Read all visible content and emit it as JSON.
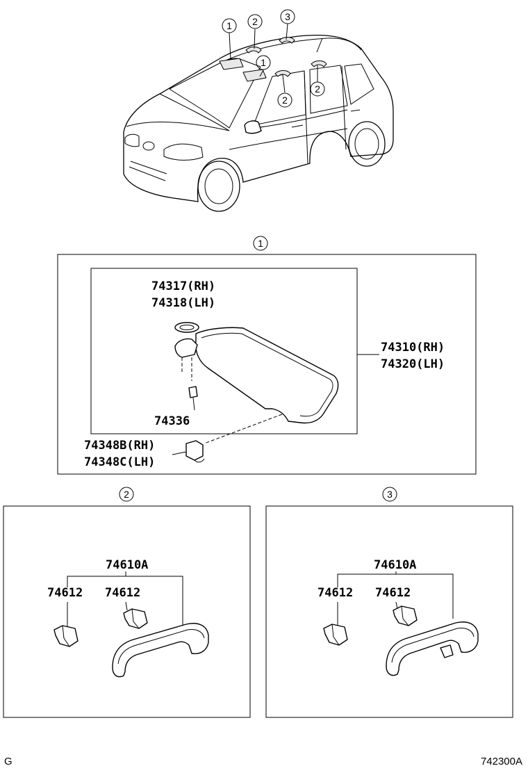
{
  "callouts": {
    "c1": "1",
    "c2": "2",
    "c3": "3"
  },
  "visor_group": {
    "callout": "1",
    "lbl_74317": "74317(RH)",
    "lbl_74318": "74318(LH)",
    "lbl_74310": "74310(RH)",
    "lbl_74320": "74320(LH)",
    "lbl_74336": "74336",
    "lbl_74348b": "74348B(RH)",
    "lbl_74348c": "74348C(LH)"
  },
  "grip_group_2": {
    "callout": "2",
    "lbl_assy": "74610A",
    "lbl_cap_left": "74612",
    "lbl_cap_right": "74612"
  },
  "grip_group_3": {
    "callout": "3",
    "lbl_assy": "74610A",
    "lbl_cap_left": "74612",
    "lbl_cap_right": "74612"
  },
  "footer": {
    "left_code": "G",
    "right_code": "742300A"
  }
}
